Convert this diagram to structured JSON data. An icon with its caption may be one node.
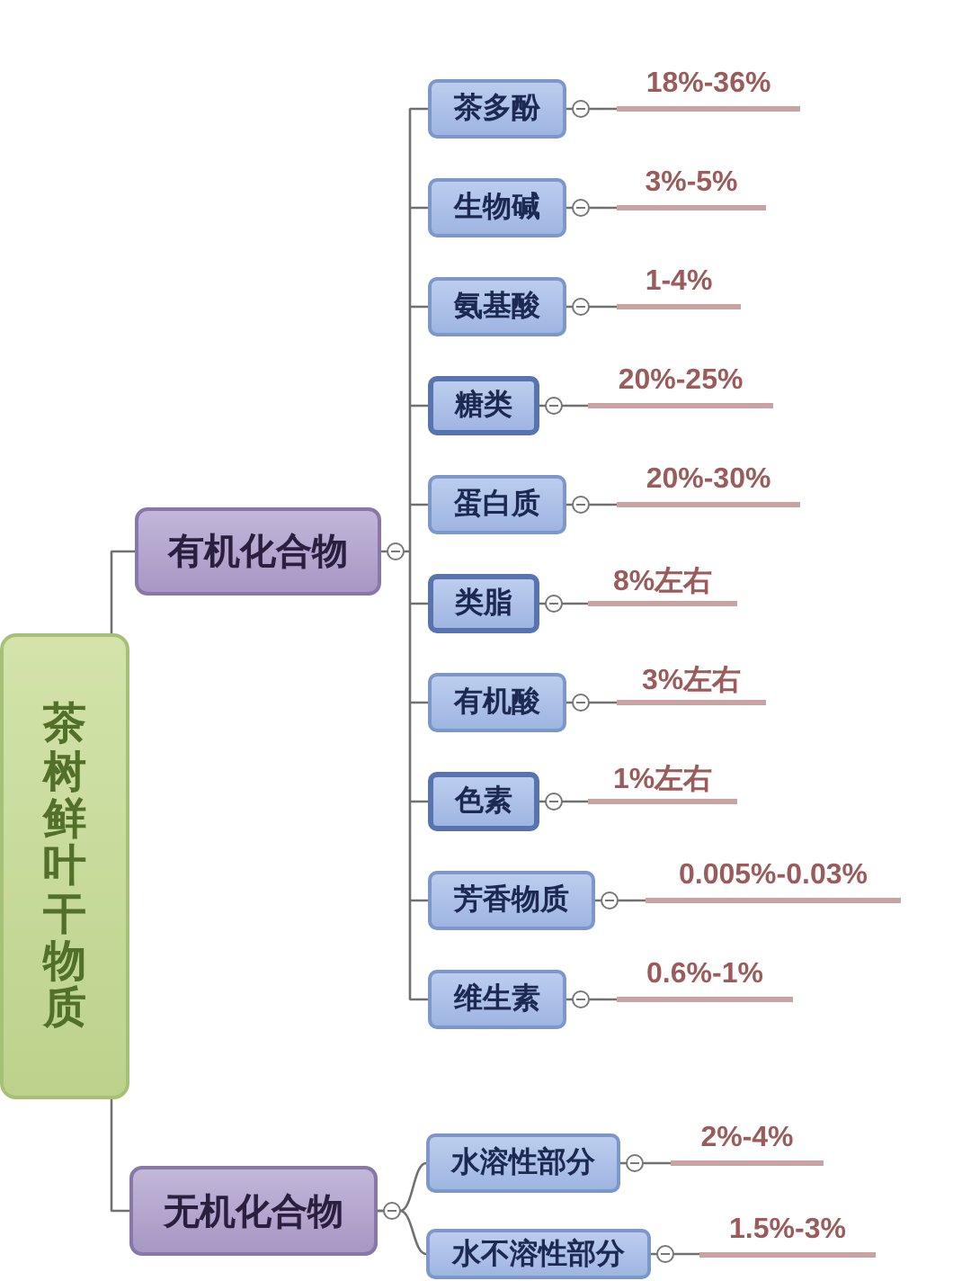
{
  "diagram": {
    "nodes": [
      {
        "text": [
          "茶树鲜叶干物质"
        ]
      },
      {
        "text": [
          "有机化合物"
        ]
      },
      {
        "text": [
          "无机化合物"
        ]
      },
      {
        "text": [
          "茶多酚"
        ]
      },
      {
        "text": [
          "生物碱"
        ]
      },
      {
        "text": [
          "氨基酸"
        ]
      },
      {
        "text": [
          "糖类"
        ]
      },
      {
        "text": [
          "蛋白质"
        ]
      },
      {
        "text": [
          "类脂"
        ]
      },
      {
        "text": [
          "有机酸"
        ]
      },
      {
        "text": [
          "色素"
        ]
      },
      {
        "text": [
          "芳香物质"
        ]
      },
      {
        "text": [
          "维生素"
        ]
      },
      {
        "text": [
          "水溶性部分"
        ]
      },
      {
        "text": [
          "水不溶性部分"
        ]
      },
      {
        "text": [
          "18%-36%"
        ]
      },
      {
        "text": [
          "3%-5%"
        ]
      },
      {
        "text": [
          "1-4%"
        ]
      },
      {
        "text": [
          "20%-25%"
        ]
      },
      {
        "text": [
          "20%-30%"
        ]
      },
      {
        "text": [
          "8%左右"
        ]
      },
      {
        "text": [
          "3%左右"
        ]
      },
      {
        "text": [
          "1%左右"
        ]
      },
      {
        "text": [
          "0.005%-0.03%"
        ]
      },
      {
        "text": [
          "0.6%-1%"
        ]
      },
      {
        "text": [
          "2%-4%"
        ]
      },
      {
        "text": [
          "1.5%-3%"
        ]
      }
    ],
    "edges": [
      {
        "from": 0,
        "to": 1,
        "arrow": "none"
      },
      {
        "from": 0,
        "to": 2,
        "arrow": "none"
      },
      {
        "from": 1,
        "to": 3,
        "arrow": "none"
      },
      {
        "from": 1,
        "to": 4,
        "arrow": "none"
      },
      {
        "from": 1,
        "to": 5,
        "arrow": "none"
      },
      {
        "from": 1,
        "to": 6,
        "arrow": "none"
      },
      {
        "from": 1,
        "to": 7,
        "arrow": "none"
      },
      {
        "from": 1,
        "to": 8,
        "arrow": "none"
      },
      {
        "from": 1,
        "to": 9,
        "arrow": "none"
      },
      {
        "from": 1,
        "to": 10,
        "arrow": "none"
      },
      {
        "from": 1,
        "to": 11,
        "arrow": "none"
      },
      {
        "from": 1,
        "to": 12,
        "arrow": "none"
      },
      {
        "from": 2,
        "to": 13,
        "arrow": "none"
      },
      {
        "from": 2,
        "to": 14,
        "arrow": "none"
      },
      {
        "from": 3,
        "to": 15,
        "arrow": "none"
      },
      {
        "from": 4,
        "to": 16,
        "arrow": "none"
      },
      {
        "from": 5,
        "to": 17,
        "arrow": "none"
      },
      {
        "from": 6,
        "to": 18,
        "arrow": "none"
      },
      {
        "from": 7,
        "to": 19,
        "arrow": "none"
      },
      {
        "from": 8,
        "to": 20,
        "arrow": "none"
      },
      {
        "from": 9,
        "to": 21,
        "arrow": "none"
      },
      {
        "from": 10,
        "to": 22,
        "arrow": "none"
      },
      {
        "from": 11,
        "to": 23,
        "arrow": "none"
      },
      {
        "from": 12,
        "to": 24,
        "arrow": "none"
      },
      {
        "from": 13,
        "to": 25,
        "arrow": "none"
      },
      {
        "from": 14,
        "to": 26,
        "arrow": "none"
      }
    ]
  }
}
